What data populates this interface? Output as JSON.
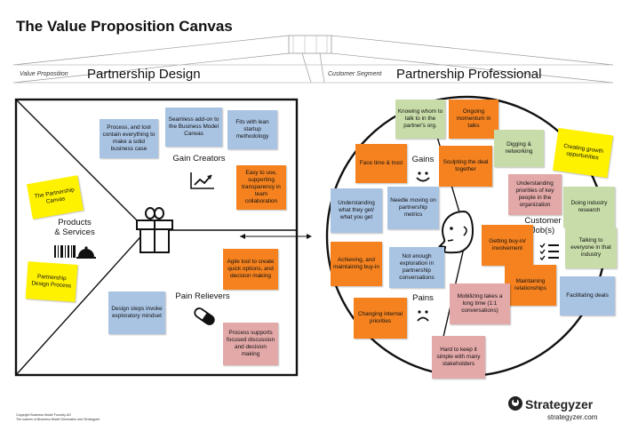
{
  "title": "The Value Proposition Canvas",
  "value_proposition": {
    "label": "Value Proposition",
    "name": "Partnership Design",
    "sections": {
      "gain_creators": "Gain Creators",
      "products_services": "Products\n& Services",
      "pain_relievers": "Pain Relievers"
    },
    "notes": [
      {
        "id": "vp-note-1",
        "text": "Process, and tool contain everything to make a solid business case",
        "color": "blue"
      },
      {
        "id": "vp-note-2",
        "text": "Seamless add-on to the Business Model Canvas",
        "color": "blue"
      },
      {
        "id": "vp-note-3",
        "text": "Fits with lean startup methodology",
        "color": "blue"
      },
      {
        "id": "vp-note-4",
        "text": "Easy to use, supporting transparency in team collaboration",
        "color": "orange"
      },
      {
        "id": "vp-note-5",
        "text": "The Partnership Canvas",
        "color": "yellow"
      },
      {
        "id": "vp-note-6",
        "text": "Partnership Design Process",
        "color": "yellow"
      },
      {
        "id": "vp-note-7",
        "text": "Agile tool to create quick options, and decision making",
        "color": "orange"
      },
      {
        "id": "vp-note-8",
        "text": "Design steps invoke exploratory mindset",
        "color": "blue"
      },
      {
        "id": "vp-note-9",
        "text": "Process supports focused discussion and decision making",
        "color": "pink"
      }
    ]
  },
  "customer_segment": {
    "label": "Customer Segment",
    "name": "Partnership Professional",
    "sections": {
      "gains": "Gains",
      "customer_jobs": "Customer\nJob(s)",
      "pains": "Pains"
    },
    "notes": [
      {
        "id": "cs-note-1",
        "text": "Knowing whom to talk to in the partner's org.",
        "color": "green"
      },
      {
        "id": "cs-note-2",
        "text": "Ongoing momentum in talks",
        "color": "orange"
      },
      {
        "id": "cs-note-3",
        "text": "Digging & networking",
        "color": "green"
      },
      {
        "id": "cs-note-4",
        "text": "Creating growth opportunities",
        "color": "yellow"
      },
      {
        "id": "cs-note-5",
        "text": "Face time & trust",
        "color": "orange"
      },
      {
        "id": "cs-note-6",
        "text": "Sculpting the deal together",
        "color": "orange"
      },
      {
        "id": "cs-note-7",
        "text": "Understanding priorities of key people in the organization",
        "color": "pink"
      },
      {
        "id": "cs-note-8",
        "text": "Doing industry research",
        "color": "green"
      },
      {
        "id": "cs-note-9",
        "text": "Understanding what they get/ what you get",
        "color": "blue"
      },
      {
        "id": "cs-note-10",
        "text": "Needle moving on partnership metrics",
        "color": "blue"
      },
      {
        "id": "cs-note-11",
        "text": "Getting buy-in/ involvement",
        "color": "orange"
      },
      {
        "id": "cs-note-12",
        "text": "Talking to everyone in that industry",
        "color": "green"
      },
      {
        "id": "cs-note-13",
        "text": "Achieving, and maintaining buy-in",
        "color": "orange"
      },
      {
        "id": "cs-note-14",
        "text": "Not enough exploration in partnership conversations",
        "color": "blue"
      },
      {
        "id": "cs-note-15",
        "text": "Maintaining relationships",
        "color": "orange"
      },
      {
        "id": "cs-note-16",
        "text": "Facilitating deals",
        "color": "blue"
      },
      {
        "id": "cs-note-17",
        "text": "Changing internal priorities",
        "color": "orange"
      },
      {
        "id": "cs-note-18",
        "text": "Mobilizing takes a long time (1:1 conversations)",
        "color": "pink"
      },
      {
        "id": "cs-note-19",
        "text": "Hard to keep it simple with many stakeholders",
        "color": "pink"
      }
    ]
  },
  "footer": {
    "copyright_line1": "Copyright Business Model Foundry AG",
    "copyright_line2": "The makers of Business Model Generation and Strategyzer",
    "brand": "Strategyzer",
    "url": "strategyzer.com"
  },
  "colors": {
    "blue": "#a9c3e3",
    "orange": "#f5821f",
    "green": "#c7dca8",
    "pink": "#e3a8a8",
    "yellow": "#fff200",
    "frame": "#111111"
  },
  "icons": [
    "gift-icon",
    "chart-up-icon",
    "barcode-icon",
    "cloche-icon",
    "pill-icon",
    "smile-icon",
    "frown-icon",
    "face-icon",
    "checklist-icon",
    "strategyzer-logo-icon",
    "arrow-icon"
  ]
}
